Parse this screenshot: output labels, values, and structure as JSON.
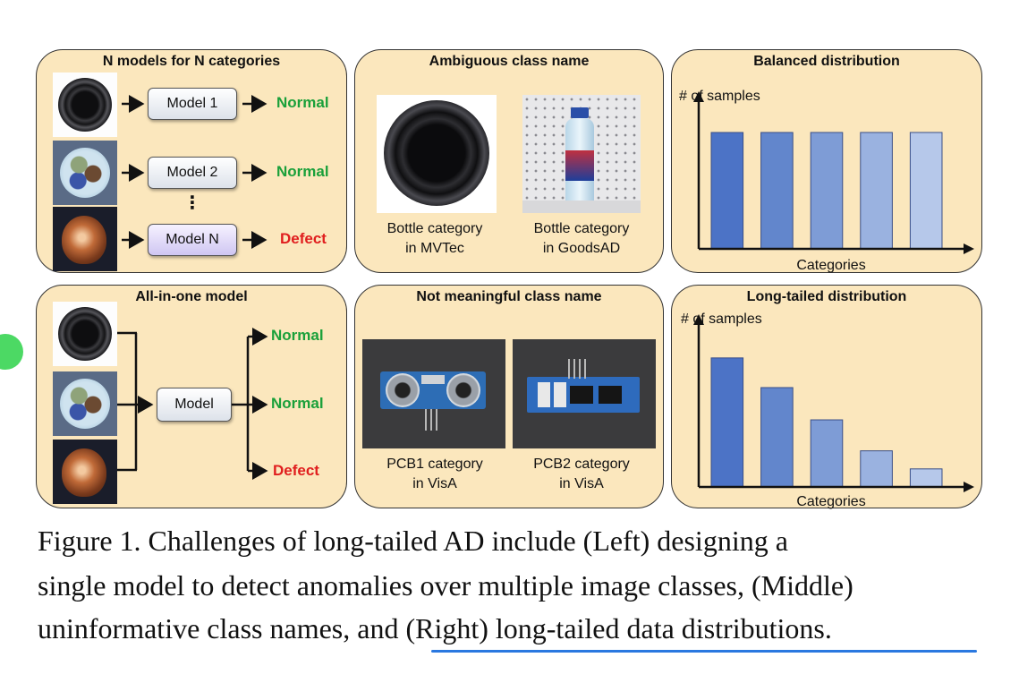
{
  "left_top": {
    "title": "N models for N categories",
    "models": [
      "Model 1",
      "Model 2",
      "Model N"
    ],
    "outputs": [
      "Normal",
      "Normal",
      "Defect"
    ],
    "dots": "⋮"
  },
  "left_bottom": {
    "title": "All-in-one model",
    "model": "Model",
    "outputs": [
      "Normal",
      "Normal",
      "Defect"
    ]
  },
  "mid_top": {
    "title": "Ambiguous class name",
    "captions": [
      {
        "line1": "Bottle category",
        "line2": "in MVTec"
      },
      {
        "line1": "Bottle category",
        "line2": "in GoodsAD"
      }
    ]
  },
  "mid_bottom": {
    "title": "Not meaningful class name",
    "captions": [
      {
        "line1": "PCB1 category",
        "line2": "in VisA"
      },
      {
        "line1": "PCB2 category",
        "line2": "in VisA"
      }
    ]
  },
  "chart_data": [
    {
      "type": "bar",
      "title": "Balanced distribution",
      "xlabel": "Categories",
      "ylabel": "# of samples",
      "values": [
        1,
        1,
        1,
        1,
        1
      ],
      "ylim": [
        0,
        1.2
      ],
      "colors": [
        "#4c73c6",
        "#6286cc",
        "#7e9cd6",
        "#9ab2e0",
        "#b6c8ea"
      ]
    },
    {
      "type": "bar",
      "title": "Long-tailed distribution",
      "xlabel": "Categories",
      "ylabel": "# of samples",
      "values": [
        1,
        0.77,
        0.52,
        0.28,
        0.14
      ],
      "ylim": [
        0,
        1.2
      ],
      "colors": [
        "#4c73c6",
        "#6286cc",
        "#7e9cd6",
        "#9ab2e0",
        "#b6c8ea"
      ]
    }
  ],
  "caption": {
    "line1": "Figure 1.  Challenges of long-tailed AD include (Left) designing a",
    "line2": "single model to detect anomalies over multiple image classes, (Middle)",
    "line3": "uninformative class names, and (Right) long-tailed data distributions."
  },
  "colors": {
    "panel_bg": "#fbe7bd",
    "normal": "#1aa03a",
    "defect": "#e01e1e",
    "underline": "#2a78e0",
    "marker": "#4cd964"
  }
}
